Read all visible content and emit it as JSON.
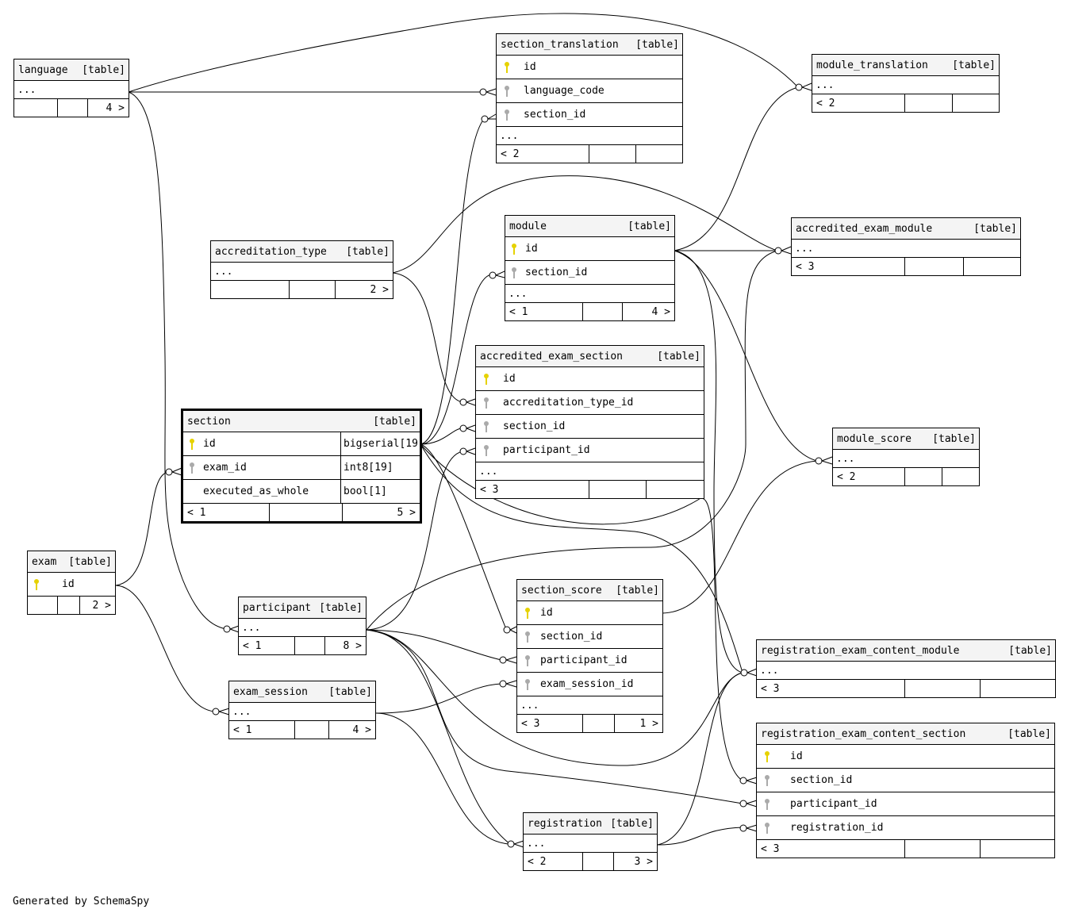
{
  "diagram": {
    "generator_text": "Generated by SchemaSpy",
    "tag": "[table]",
    "ellipsis": "...",
    "key_colors": {
      "primary": "#e6d200",
      "foreign": "#aaaaaa"
    },
    "tables": {
      "language": {
        "name": "language",
        "ellipsis": "...",
        "parents": "",
        "children": "4 >"
      },
      "section_translation": {
        "name": "section_translation",
        "columns": [
          "id",
          "language_code",
          "section_id"
        ],
        "ellipsis": "...",
        "parents": "< 2",
        "children": ""
      },
      "module_translation": {
        "name": "module_translation",
        "ellipsis": "...",
        "parents": "< 2",
        "children": ""
      },
      "accreditation_type": {
        "name": "accreditation_type",
        "ellipsis": "...",
        "parents": "",
        "children": "2 >"
      },
      "module": {
        "name": "module",
        "columns": [
          "id",
          "section_id"
        ],
        "ellipsis": "...",
        "parents": "< 1",
        "children": "4 >"
      },
      "accredited_exam_module": {
        "name": "accredited_exam_module",
        "ellipsis": "...",
        "parents": "< 3",
        "children": ""
      },
      "accredited_exam_section": {
        "name": "accredited_exam_section",
        "columns": [
          "id",
          "accreditation_type_id",
          "section_id",
          "participant_id"
        ],
        "ellipsis": "...",
        "parents": "< 3",
        "children": ""
      },
      "section": {
        "name": "section",
        "columns": [
          {
            "name": "id",
            "type": "bigserial[19"
          },
          {
            "name": "exam_id",
            "type": "int8[19]"
          },
          {
            "name": "executed_as_whole",
            "type": "bool[1]"
          }
        ],
        "parents": "< 1",
        "children": "5 >"
      },
      "module_score": {
        "name": "module_score",
        "ellipsis": "...",
        "parents": "< 2",
        "children": ""
      },
      "exam": {
        "name": "exam",
        "columns": [
          "id"
        ],
        "parents": "",
        "children": "2 >"
      },
      "participant": {
        "name": "participant",
        "ellipsis": "...",
        "parents": "< 1",
        "children": "8 >"
      },
      "section_score": {
        "name": "section_score",
        "columns": [
          "id",
          "section_id",
          "participant_id",
          "exam_session_id"
        ],
        "ellipsis": "...",
        "parents": "< 3",
        "children": "1 >"
      },
      "registration_exam_content_module": {
        "name": "registration_exam_content_module",
        "ellipsis": "...",
        "parents": "< 3",
        "children": ""
      },
      "exam_session": {
        "name": "exam_session",
        "ellipsis": "...",
        "parents": "< 1",
        "children": "4 >"
      },
      "registration_exam_content_section": {
        "name": "registration_exam_content_section",
        "columns": [
          "id",
          "section_id",
          "participant_id",
          "registration_id"
        ],
        "parents": "< 3",
        "children": ""
      },
      "registration": {
        "name": "registration",
        "ellipsis": "...",
        "parents": "< 2",
        "children": "3 >"
      }
    }
  }
}
